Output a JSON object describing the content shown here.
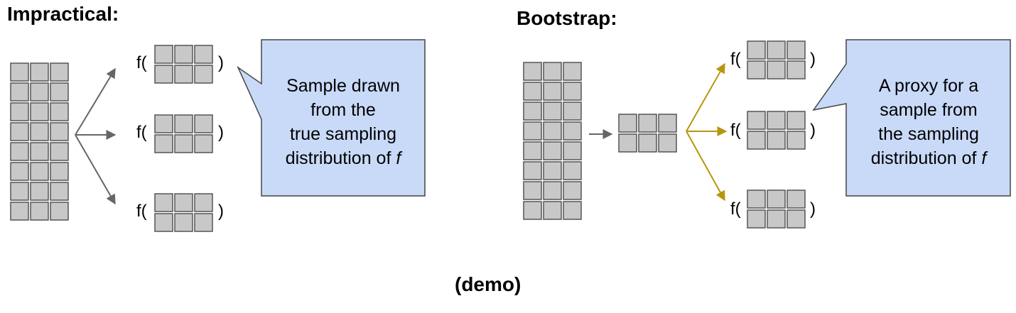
{
  "left": {
    "heading": "Impractical:",
    "fn_open": "f(",
    "fn_close": ")",
    "callout_lines": [
      "Sample drawn",
      "from the",
      "true sampling",
      "distribution of "
    ],
    "callout_italic": "f"
  },
  "right": {
    "heading": "Bootstrap:",
    "fn_open": "f(",
    "fn_close": ")",
    "callout_lines": [
      "A proxy for a",
      "sample from",
      "the sampling",
      "distribution of "
    ],
    "callout_italic": "f"
  },
  "footer": {
    "label": "(demo)"
  },
  "colors": {
    "cell_fill": "#c8c8c8",
    "cell_stroke": "#555555",
    "callout_fill": "#c9daf8",
    "callout_stroke": "#444444",
    "arrow_gray": "#666666",
    "arrow_gold": "#b8960c"
  }
}
